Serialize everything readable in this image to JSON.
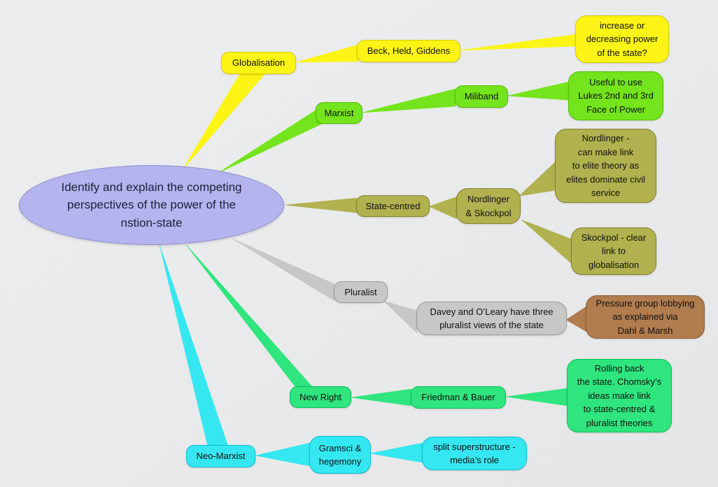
{
  "palette": {
    "yellow": {
      "fill": "#fbf415",
      "border": "#dccb00"
    },
    "green": {
      "fill": "#74e41c",
      "border": "#50be00"
    },
    "olive": {
      "fill": "#b1b14f",
      "border": "#83832e"
    },
    "gray": {
      "fill": "#c7c7c7",
      "border": "#9b9b9b"
    },
    "brown": {
      "fill": "#b17c4e",
      "border": "#875c35"
    },
    "springgreen": {
      "fill": "#2fe57d",
      "border": "#0abf5d"
    },
    "cyan": {
      "fill": "#35e7f1",
      "border": "#09bfd3"
    },
    "lavender": {
      "fill": "#b4b4ee",
      "border": "#8c8cd2"
    }
  },
  "root": {
    "id": "root",
    "text": "Identify and explain the competing\nperspectives of the power of the\nnstion-state",
    "color": "lavender"
  },
  "nodes": [
    {
      "id": "globalisation",
      "text": "Globalisation",
      "color": "yellow"
    },
    {
      "id": "beck",
      "text": "Beck, Held, Giddens",
      "color": "yellow"
    },
    {
      "id": "increase",
      "text": "increase or\ndecreasing power\nof the state?",
      "color": "yellow"
    },
    {
      "id": "marxist",
      "text": "Marxist",
      "color": "green"
    },
    {
      "id": "miliband",
      "text": "Miliband",
      "color": "green"
    },
    {
      "id": "lukes",
      "text": "Useful to use\nLukes 2nd and 3rd\nFace of Power",
      "color": "green"
    },
    {
      "id": "statecentred",
      "text": "State-centred",
      "color": "olive"
    },
    {
      "id": "nordskock",
      "text": "Nordlinger\n& Skockpol",
      "color": "olive"
    },
    {
      "id": "nordelite",
      "text": "Nordlinger -\ncan make link\nto elite theory as\nelites dominate civil\nservice",
      "color": "olive"
    },
    {
      "id": "skockpol",
      "text": "Skockpol - clear\nlink to\nglobalisation",
      "color": "olive"
    },
    {
      "id": "pluralist",
      "text": "Pluralist",
      "color": "gray"
    },
    {
      "id": "davey",
      "text": "Davey and O’Leary have three\npluralist views of the state",
      "color": "gray"
    },
    {
      "id": "pressure",
      "text": "Pressure group lobbying\nas explained via\nDahl & Marsh",
      "color": "brown"
    },
    {
      "id": "newright",
      "text": "New Right",
      "color": "springgreen"
    },
    {
      "id": "friedman",
      "text": "Friedman & Bauer",
      "color": "springgreen"
    },
    {
      "id": "rolling",
      "text": "Rolling back\nthe state. Chomsky’s\nideas make link\nto state-centred &\npluralist theories",
      "color": "springgreen"
    },
    {
      "id": "neomarxist",
      "text": "Neo-Marxist",
      "color": "cyan"
    },
    {
      "id": "gramsci",
      "text": "Gramsci &\nhegemony",
      "color": "cyan"
    },
    {
      "id": "split",
      "text": "split superstructure -\nmedia’s role",
      "color": "cyan"
    }
  ],
  "links": [
    {
      "from": "root",
      "to": "globalisation",
      "color": "yellow"
    },
    {
      "from": "globalisation",
      "to": "beck",
      "color": "yellow"
    },
    {
      "from": "beck",
      "to": "increase",
      "color": "yellow"
    },
    {
      "from": "root",
      "to": "marxist",
      "color": "green"
    },
    {
      "from": "marxist",
      "to": "miliband",
      "color": "green"
    },
    {
      "from": "miliband",
      "to": "lukes",
      "color": "green"
    },
    {
      "from": "root",
      "to": "statecentred",
      "color": "olive"
    },
    {
      "from": "statecentred",
      "to": "nordskock",
      "color": "olive"
    },
    {
      "from": "nordskock",
      "to": "nordelite",
      "color": "olive"
    },
    {
      "from": "nordskock",
      "to": "skockpol",
      "color": "olive"
    },
    {
      "from": "root",
      "to": "pluralist",
      "color": "gray"
    },
    {
      "from": "pluralist",
      "to": "davey",
      "color": "gray"
    },
    {
      "from": "davey",
      "to": "pressure",
      "color": "brown"
    },
    {
      "from": "root",
      "to": "newright",
      "color": "springgreen"
    },
    {
      "from": "newright",
      "to": "friedman",
      "color": "springgreen"
    },
    {
      "from": "friedman",
      "to": "rolling",
      "color": "springgreen"
    },
    {
      "from": "root",
      "to": "neomarxist",
      "color": "cyan"
    },
    {
      "from": "neomarxist",
      "to": "gramsci",
      "color": "cyan"
    },
    {
      "from": "gramsci",
      "to": "split",
      "color": "cyan"
    }
  ]
}
